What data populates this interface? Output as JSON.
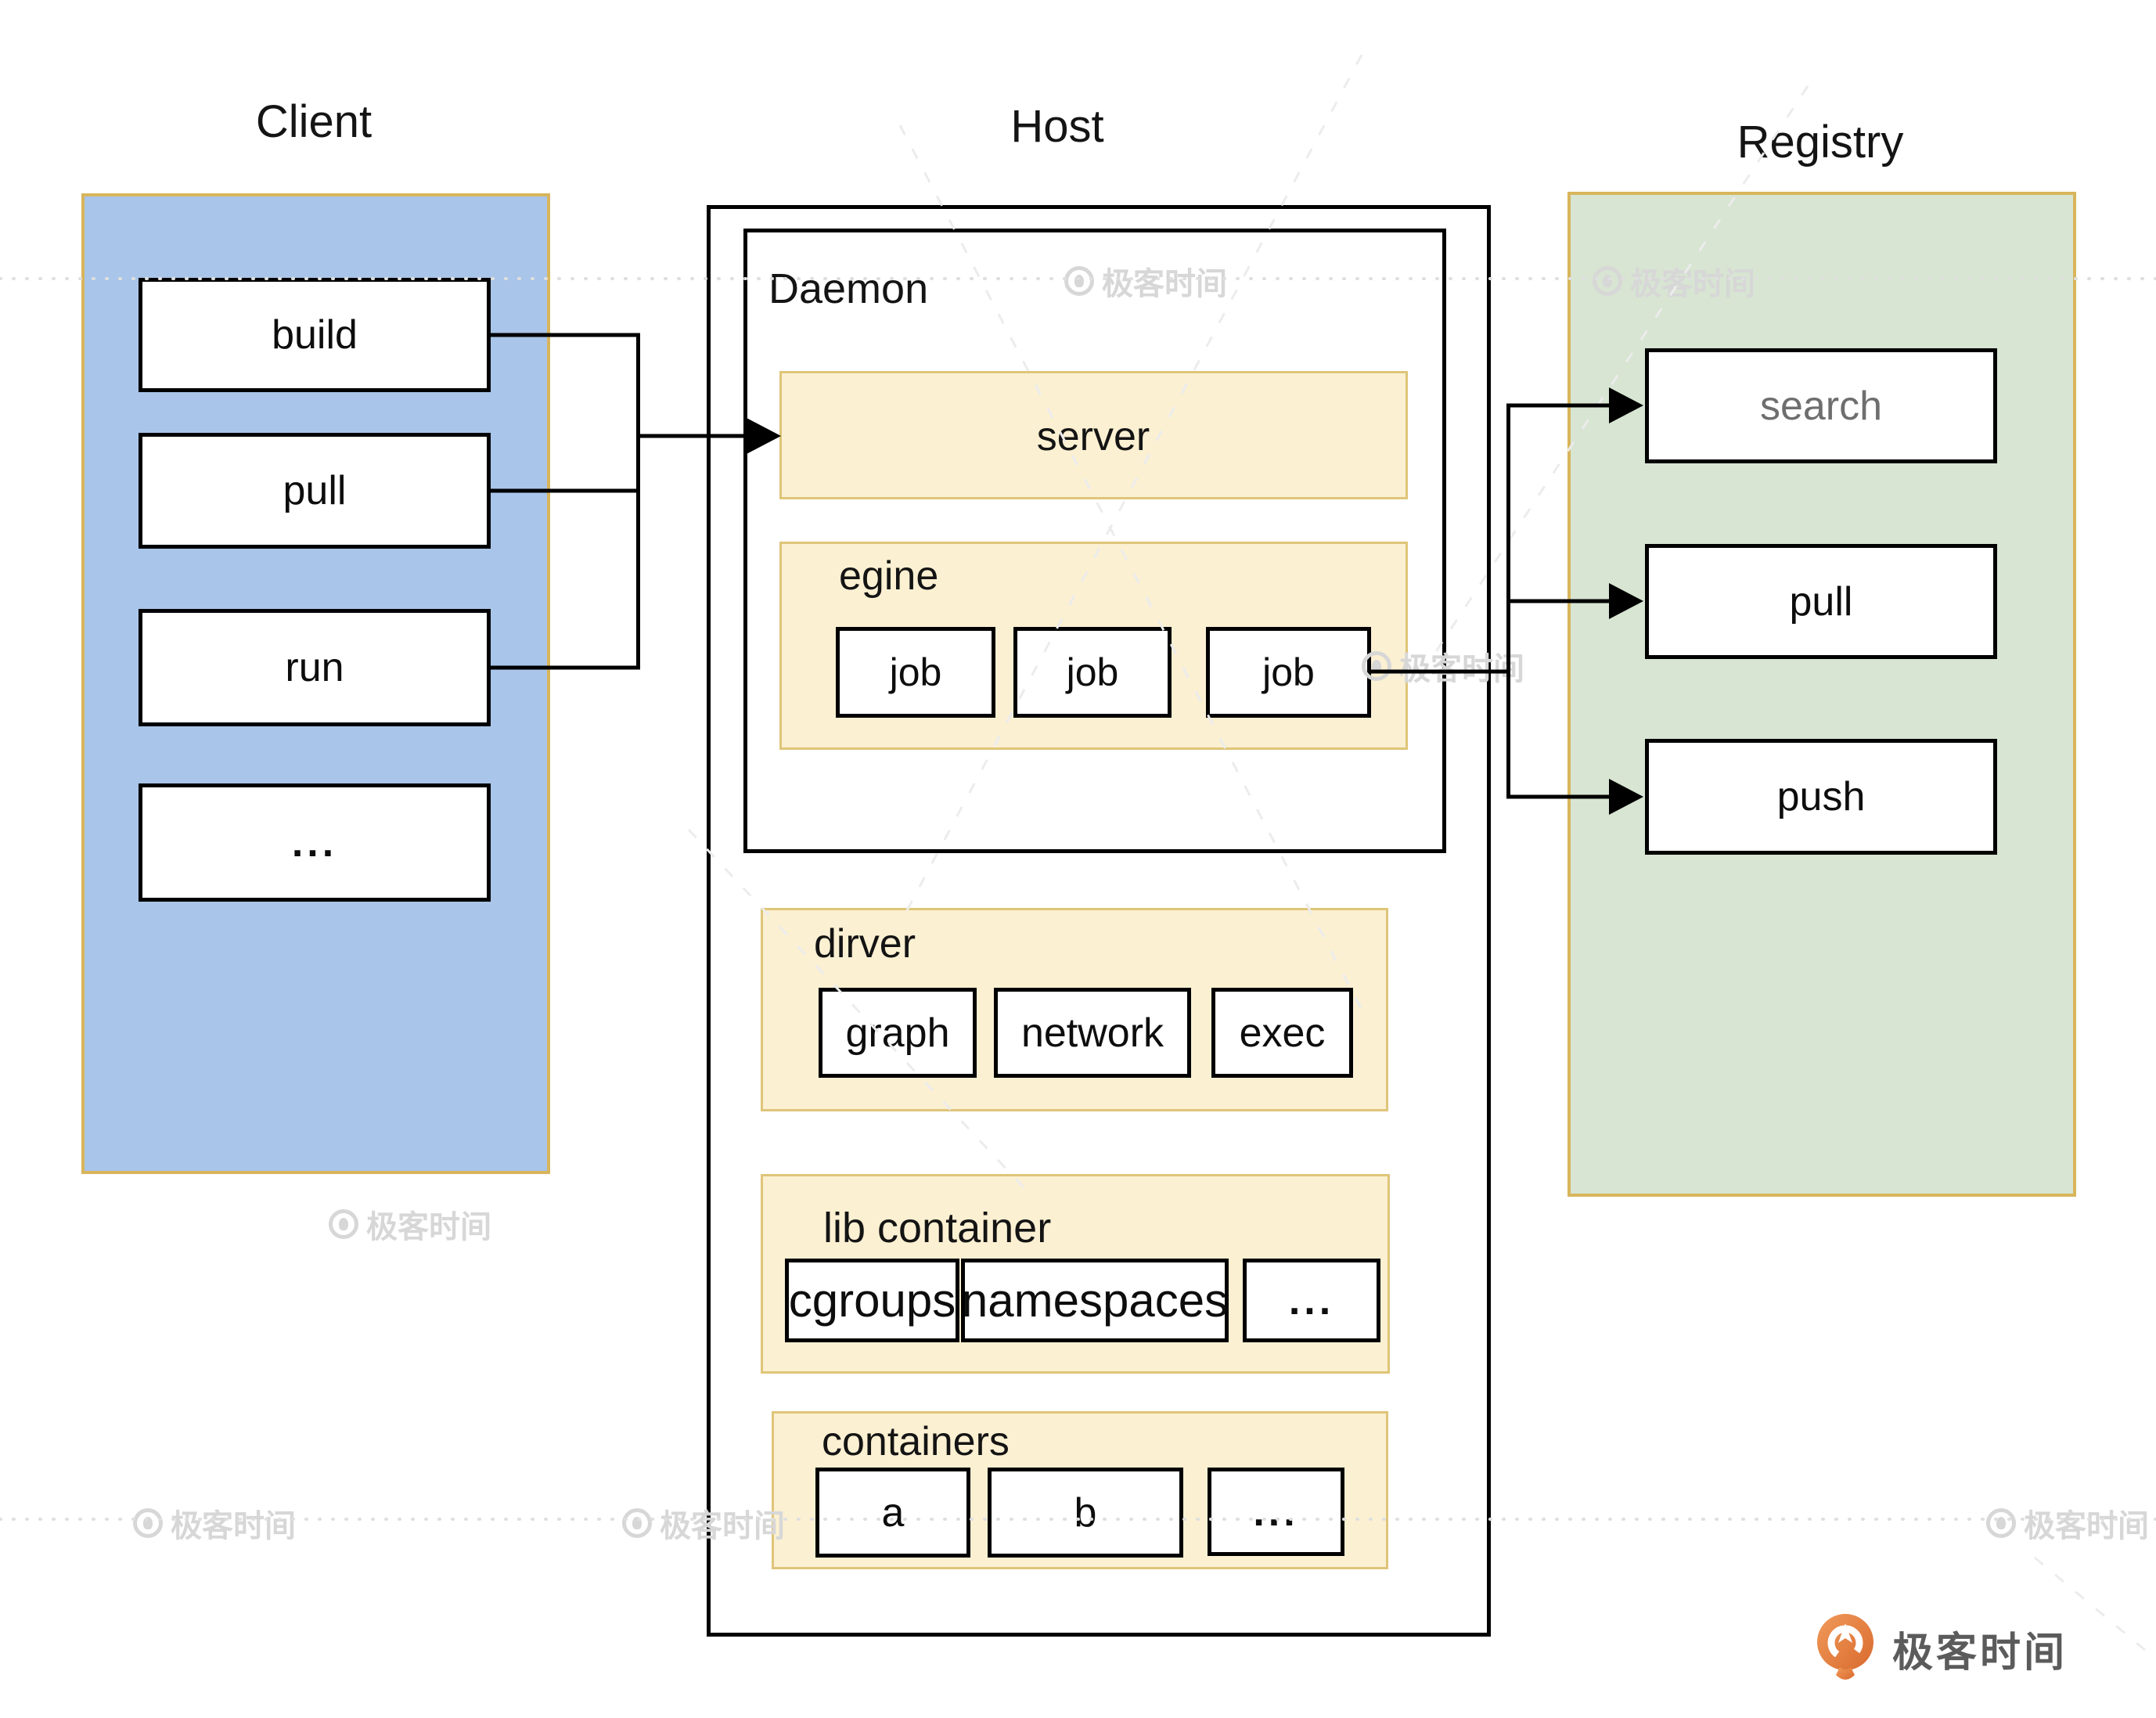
{
  "titles": {
    "client": "Client",
    "host": "Host",
    "registry": "Registry"
  },
  "client": {
    "items": [
      {
        "label": "build"
      },
      {
        "label": "pull"
      },
      {
        "label": "run"
      },
      {
        "label": "..."
      }
    ]
  },
  "host": {
    "daemon_label": "Daemon",
    "server_label": "server",
    "engine": {
      "label": "egine",
      "jobs": [
        "job",
        "job",
        "job"
      ]
    },
    "driver": {
      "label": "dirver",
      "items": [
        "graph",
        "network",
        "exec"
      ]
    },
    "libcontainer": {
      "label": "lib container",
      "items": [
        "cgroups",
        "namespaces",
        "..."
      ]
    },
    "containers": {
      "label": "containers",
      "items": [
        "a",
        "b",
        "..."
      ]
    }
  },
  "registry": {
    "items": [
      {
        "label": "search"
      },
      {
        "label": "pull"
      },
      {
        "label": "push"
      }
    ]
  },
  "watermark": {
    "text": "极客时间"
  },
  "brand": {
    "text": "极客时间"
  },
  "colors": {
    "client_fill": "#A9C5E9",
    "panel_border": "#D8B55C",
    "group_fill": "#FBF0D2",
    "group_border": "#DFC579",
    "registry_fill": "#D7E5D2",
    "line": "#000000",
    "search_text": "#6E6E6E",
    "watermark": "#D7D7D7",
    "brand_orange": "#E0702F",
    "brand_text": "#5B5B5B"
  }
}
